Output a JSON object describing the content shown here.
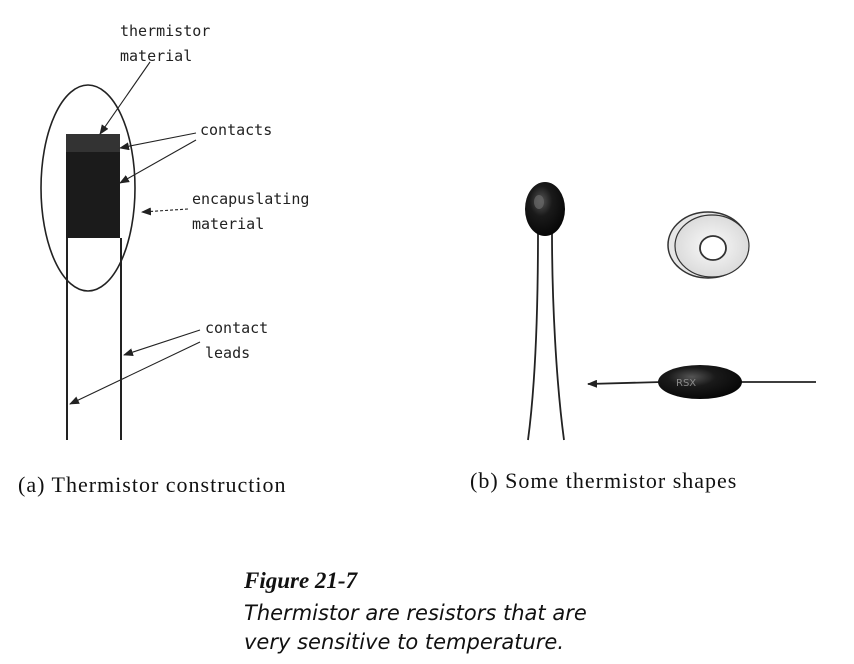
{
  "labels": {
    "thermistor_material_1": "thermistor",
    "thermistor_material_2": "material",
    "contacts": "contacts",
    "encapsulating_1": "encapuslating",
    "encapsulating_2": "material",
    "contact_leads_1": "contact",
    "contact_leads_2": "leads",
    "bead_marking": "RSX"
  },
  "captions": {
    "a": "(a)  Thermistor  construction",
    "b": "(b)  Some  thermistor  shapes"
  },
  "figure": {
    "number": "Figure  21-7",
    "line1": "Thermistor are resistors that  are",
    "line2": "very sensitive to temperature."
  }
}
